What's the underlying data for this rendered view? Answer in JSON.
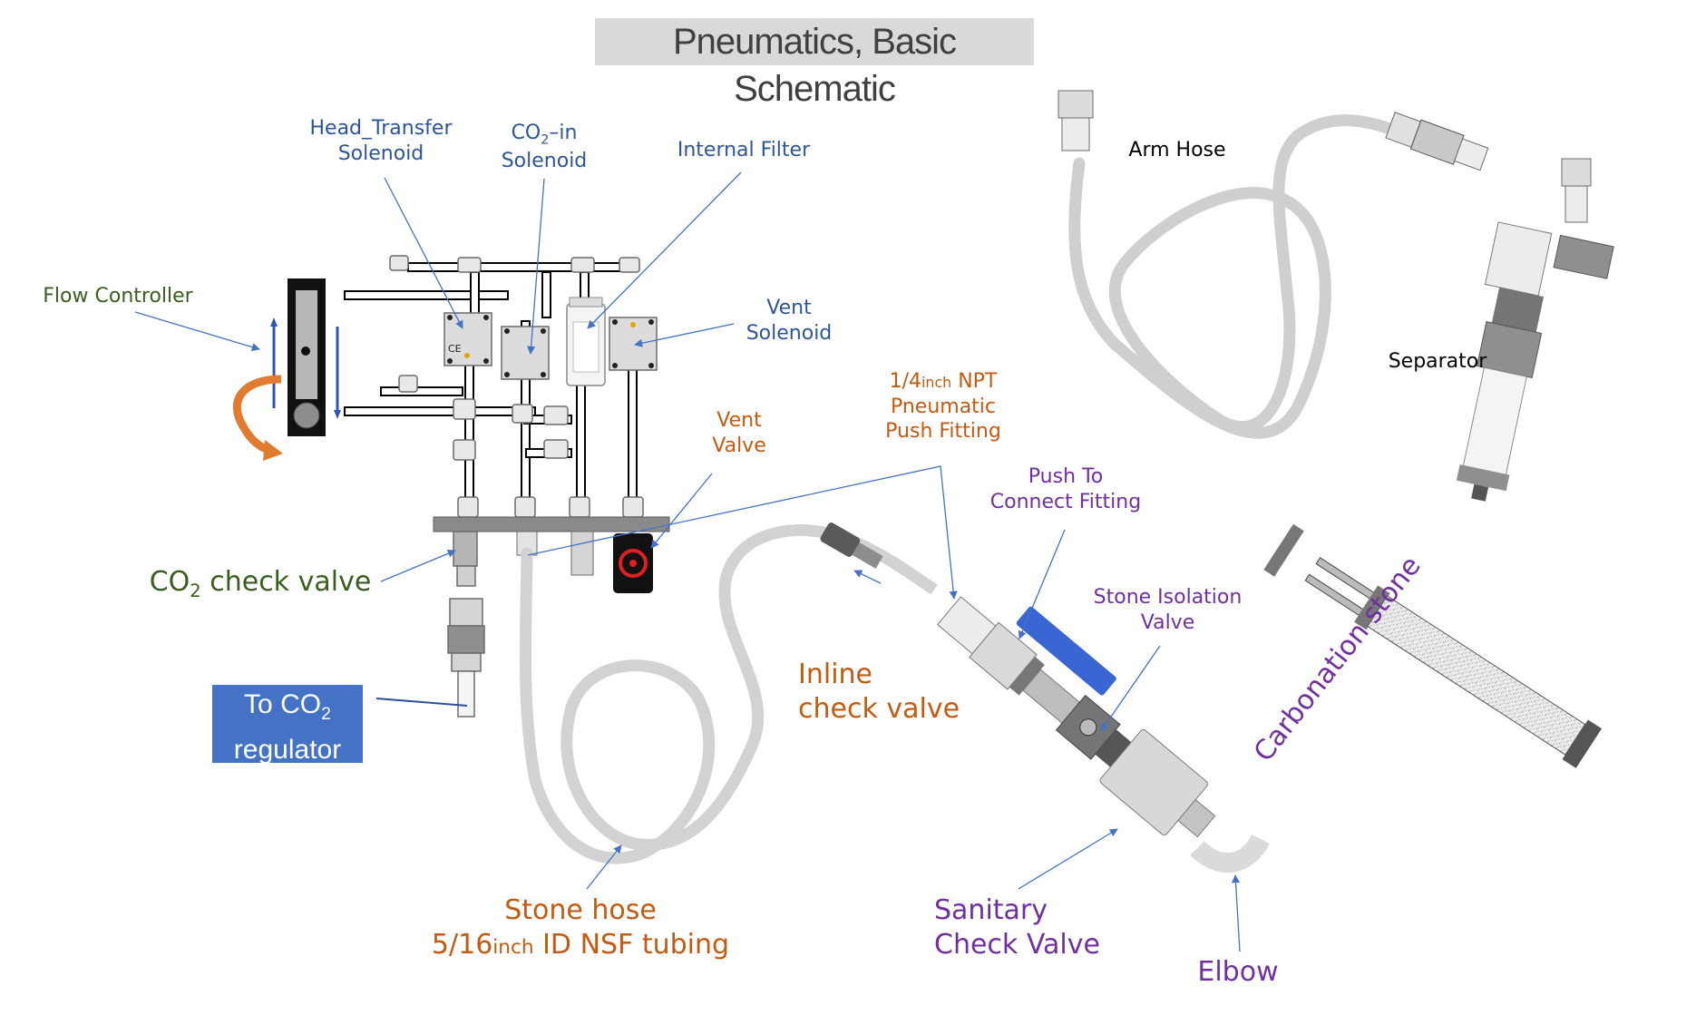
{
  "title": "Pneumatics, Basic Schematic",
  "labels": {
    "head_transfer": [
      "Head_Transfer",
      "Solenoid"
    ],
    "co2_in": [
      "CO",
      "2",
      "–in",
      "Solenoid"
    ],
    "internal_filter": "Internal Filter",
    "flow_controller": "Flow Controller",
    "vent_solenoid": [
      "Vent",
      "Solenoid"
    ],
    "npt_fitting": [
      "1/4",
      "inch",
      " NPT",
      "Pneumatic",
      "Push Fitting"
    ],
    "vent_valve": [
      "Vent",
      "Valve"
    ],
    "push_to_connect": [
      "Push To",
      "Connect Fitting"
    ],
    "stone_isolation": [
      "Stone Isolation",
      "Valve"
    ],
    "co2_check_valve": [
      "CO",
      "2",
      " check valve"
    ],
    "to_co2_regulator": [
      "To CO",
      "2",
      "regulator"
    ],
    "inline_check_valve": [
      "Inline",
      "check valve"
    ],
    "stone_hose": [
      "Stone hose",
      "5/16",
      "inch",
      " ID NSF tubing"
    ],
    "sanitary_check_valve": [
      "Sanitary",
      "Check Valve"
    ],
    "elbow": "Elbow",
    "carbonation_stone": "Carbonation stone",
    "arm_hose": "Arm Hose",
    "separator": "Separator"
  },
  "colors": {
    "label_blue": "#2e5597",
    "label_green": "#3a5e1f",
    "label_orange": "#c55a11",
    "label_purple": "#7030a0",
    "arrow_blue": "#4472c4",
    "hose_gray": "#d0d0d0",
    "title_bg": "#d9d9d9",
    "valve_handle": "#3a66d4",
    "flow_arrow": "#e07b30"
  }
}
